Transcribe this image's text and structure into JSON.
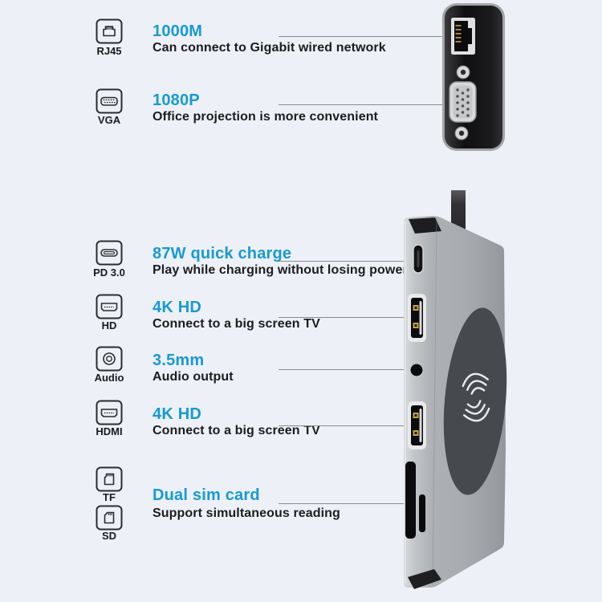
{
  "colors": {
    "background": "#edf1f7",
    "accent": "#1899d6",
    "text": "#1c1c1e",
    "callout_line": "#878c94"
  },
  "sections": [
    {
      "port_label": "RJ45",
      "title": "1000M",
      "description": "Can connect to Gigabit wired network"
    },
    {
      "port_label": "VGA",
      "title": "1080P",
      "description": "Office projection is more convenient"
    },
    {
      "port_label": "PD 3.0",
      "title": "87W quick charge",
      "description": "Play while charging without losing power"
    },
    {
      "port_label": "HD",
      "title": "4K HD",
      "description": "Connect to a big screen TV"
    },
    {
      "port_label": "Audio",
      "title": "3.5mm",
      "description": "Audio output"
    },
    {
      "port_label": "HDMI",
      "title": "4K HD",
      "description": "Connect to a big screen TV"
    },
    {
      "port_label": "TF",
      "port_label_2": "SD",
      "title": "Dual sim card",
      "description": "Support simultaneous reading"
    }
  ]
}
